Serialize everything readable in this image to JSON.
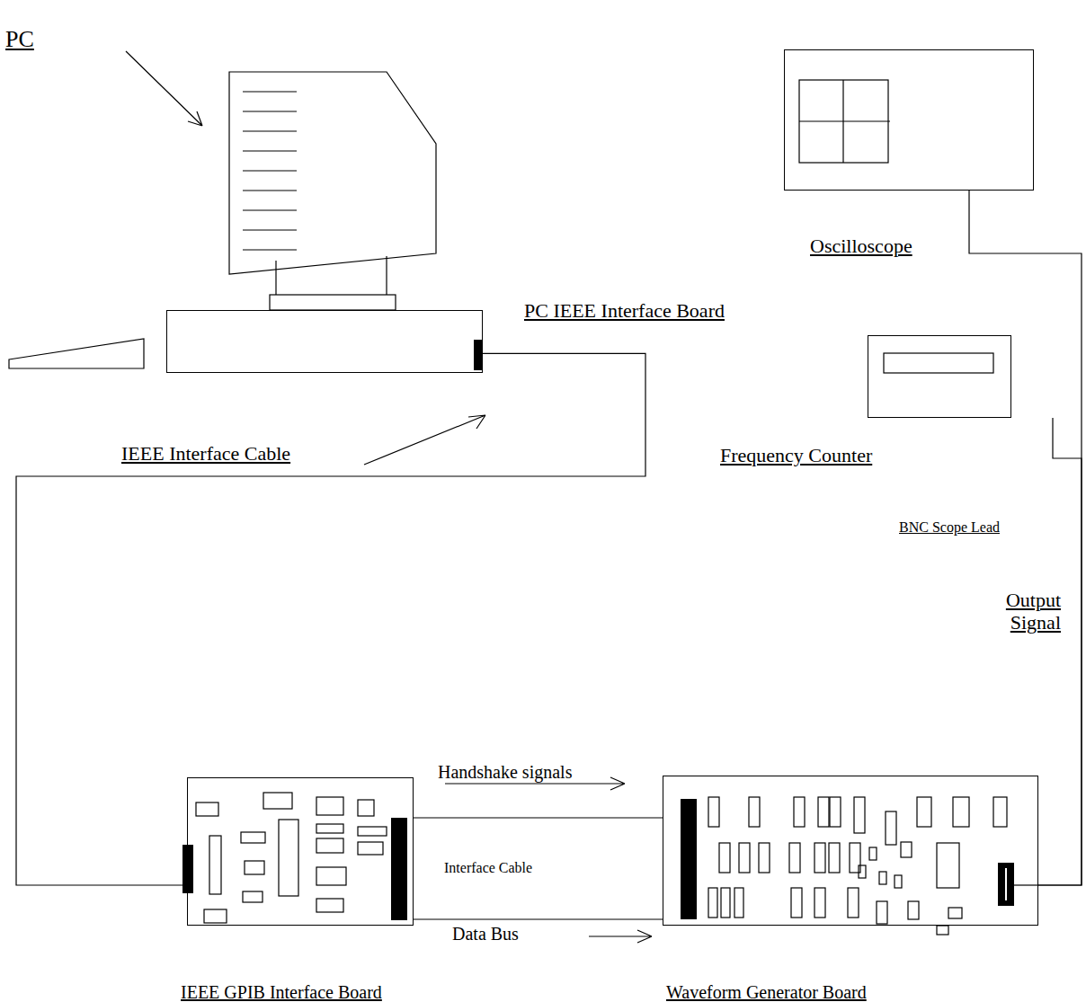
{
  "diagram": {
    "nodes": [
      {
        "text": [
          "PC"
        ]
      },
      {
        "text": [
          "Oscilloscope"
        ]
      },
      {
        "text": [
          "Frequency Counter"
        ]
      },
      {
        "text": [
          "IEEE GPIB Interface Board"
        ]
      },
      {
        "text": [
          "Waveform Generator Board"
        ]
      }
    ],
    "edges": [
      {
        "from": 0,
        "to": 3,
        "arrow": "none"
      },
      {
        "from": 3,
        "to": 4,
        "label": "Interface Cable",
        "arrow": "none"
      },
      {
        "from": 4,
        "to": 1,
        "arrow": "none"
      },
      {
        "from": 4,
        "to": 2,
        "arrow": "none"
      }
    ],
    "labels": [
      "PC IEEE Interface Board",
      "IEEE Interface Cable",
      "BNC Scope Lead",
      "Output Signal",
      "Handshake signals",
      "Data Bus"
    ]
  }
}
